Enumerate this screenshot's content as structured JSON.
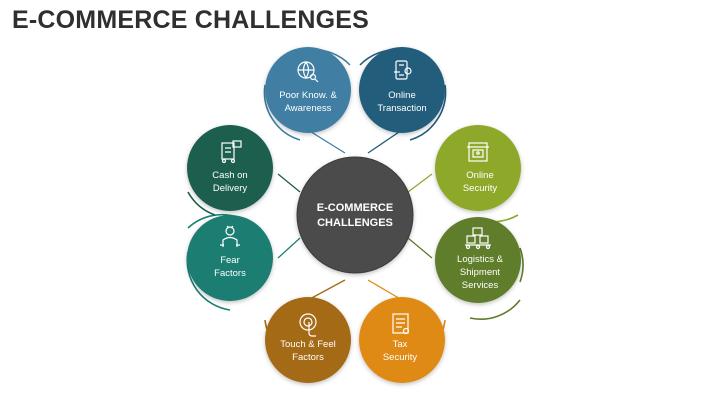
{
  "title": "E-COMMERCE CHALLENGES",
  "center": {
    "line1": "E-COMMERCE",
    "line2": "CHALLENGES",
    "color": "#4b4b4b"
  },
  "nodes": [
    {
      "id": "poor-knowledge",
      "line1": "Poor Know. &",
      "line2": "Awareness",
      "icon": "globe-search-icon",
      "color": "#3f7fa3"
    },
    {
      "id": "online-transaction",
      "line1": "Online",
      "line2": "Transaction",
      "icon": "mobile-payment-icon",
      "color": "#245d7c"
    },
    {
      "id": "online-security",
      "line1": "Online",
      "line2": "Security",
      "icon": "secure-storefront-icon",
      "color": "#8ea82a"
    },
    {
      "id": "logistics",
      "line1": "Logistics &",
      "line2": "Shipment",
      "line3": "Services",
      "icon": "conveyor-boxes-icon",
      "color": "#5e7d2a"
    },
    {
      "id": "tax-security",
      "line1": "Tax",
      "line2": "Security",
      "icon": "tax-document-icon",
      "color": "#e08a14"
    },
    {
      "id": "touch-feel",
      "line1": "Touch & Feel",
      "line2": "Factors",
      "icon": "touch-hand-icon",
      "color": "#a56a16"
    },
    {
      "id": "fear-factors",
      "line1": "Fear",
      "line2": "Factors",
      "icon": "fearful-person-icon",
      "color": "#1e7e72"
    },
    {
      "id": "cash-on-delivery",
      "line1": "Cash on",
      "line2": "Delivery",
      "icon": "cash-delivery-icon",
      "color": "#1a5e4f"
    }
  ]
}
